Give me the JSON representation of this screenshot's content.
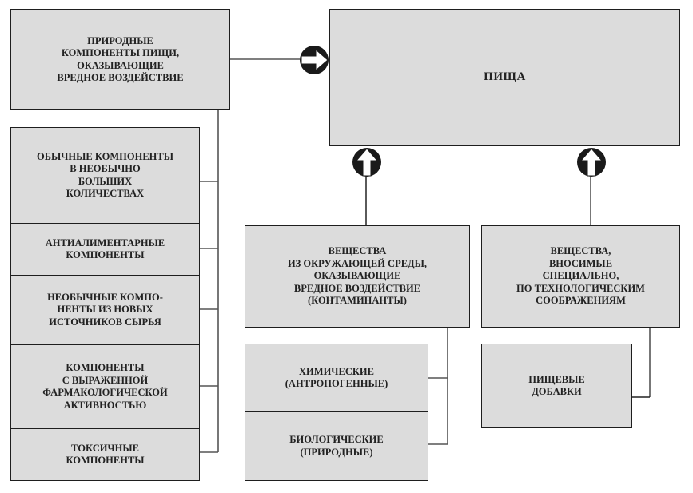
{
  "diagram": {
    "main": {
      "label": "ПИЩА"
    },
    "natural_harmful": {
      "label": "ПРИРОДНЫЕ\nКОМПОНЕНТЫ ПИЩИ,\nОКАЗЫВАЮЩИЕ\nВРЕДНОЕ ВОЗДЕЙСТВИЕ"
    },
    "natural_components": [
      {
        "label": "ОБЫЧНЫЕ КОМПОНЕНТЫ\nВ НЕОБЫЧНО\nБОЛЬШИХ\nКОЛИЧЕСТВАХ"
      },
      {
        "label": "АНТИАЛИМЕНТАРНЫЕ\nКОМПОНЕНТЫ"
      },
      {
        "label": "НЕОБЫЧНЫЕ КОМПО-\nНЕНТЫ ИЗ НОВЫХ\nИСТОЧНИКОВ СЫРЬЯ"
      },
      {
        "label": "КОМПОНЕНТЫ\nС ВЫРАЖЕННОЙ\nФАРМАКОЛОГИЧЕСКОЙ\nАКТИВНОСТЬЮ"
      },
      {
        "label": "ТОКСИЧНЫЕ\nКОМПОНЕНТЫ"
      }
    ],
    "contaminants": {
      "label": "ВЕЩЕСТВА\nИЗ ОКРУЖАЮЩЕЙ СРЕДЫ,\nОКАЗЫВАЮЩИЕ\nВРЕДНОЕ ВОЗДЕЙСТВИЕ\n(КОНТАМИНАНТЫ)"
    },
    "contaminant_types": [
      {
        "label": "ХИМИЧЕСКИЕ\n(АНТРОПОГЕННЫЕ)"
      },
      {
        "label": "БИОЛОГИЧЕСКИЕ\n(ПРИРОДНЫЕ)"
      }
    ],
    "technological": {
      "label": "ВЕЩЕСТВА,\nВНОСИМЫЕ\nСПЕЦИАЛЬНО,\nПО ТЕХНОЛОГИЧЕСКИМ\nСООБРАЖЕНИЯМ"
    },
    "additives": {
      "label": "ПИЩЕВЫЕ\nДОБАВКИ"
    },
    "arrows": [
      {
        "icon": "arrow-right-icon",
        "target": "ПИЩА"
      },
      {
        "icon": "arrow-up-icon",
        "target": "ПИЩА"
      },
      {
        "icon": "arrow-up-icon",
        "target": "ПИЩА"
      }
    ],
    "colors": {
      "box_fill": "#dcdcdc",
      "border": "#1e1e1e",
      "arrow": "#1a1a1a"
    }
  }
}
